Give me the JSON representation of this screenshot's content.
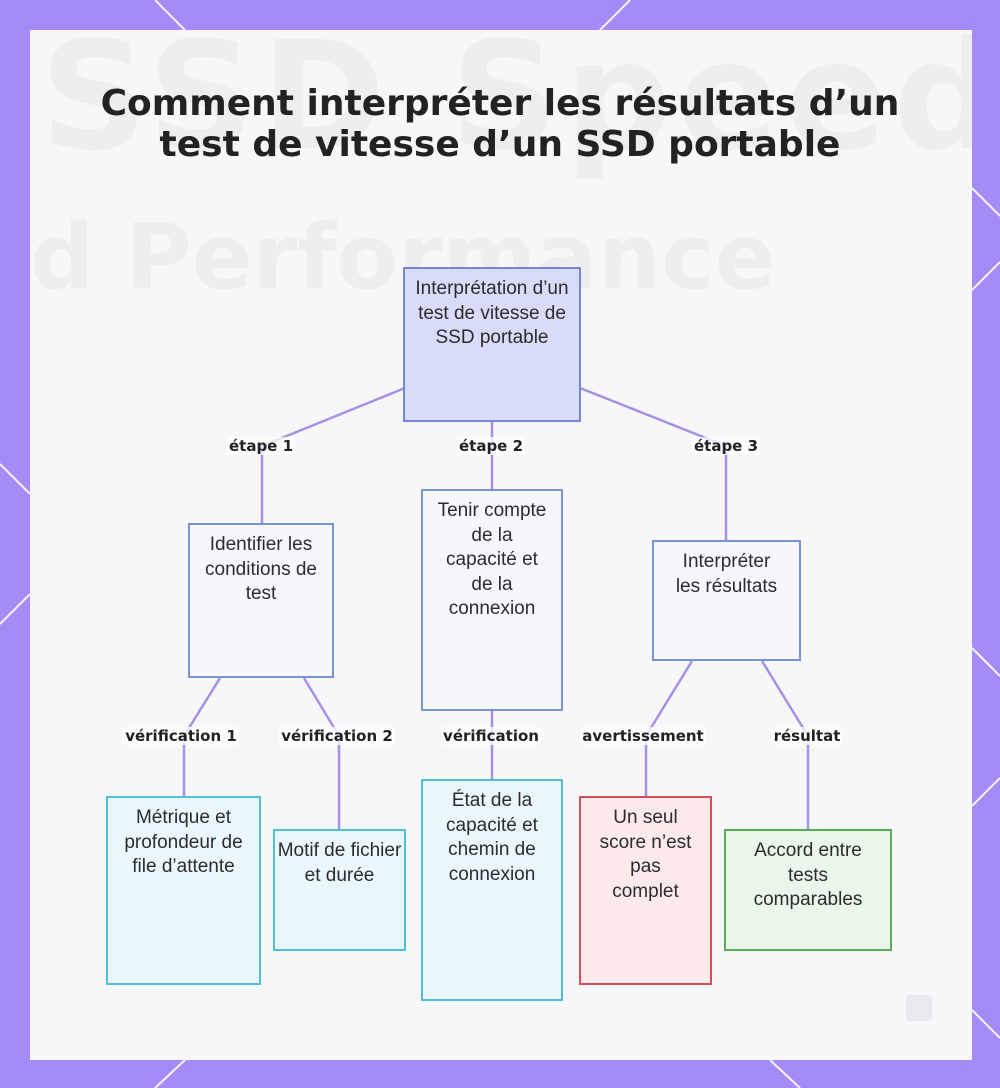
{
  "title": "Comment interpréter les résultats d’un test de vitesse d’un SSD portable",
  "watermark": {
    "line1": "SSD Speed",
    "line2": "d Performance"
  },
  "colors": {
    "frame": "#a48cf6",
    "connector": "#a791e6"
  },
  "nodes": {
    "root": "Interprétation d’un test de vitesse de SSD portable",
    "step1": "Identifier les conditions de test",
    "step2": "Tenir compte de la capacité et de la connexion",
    "step3": "Interpréter les résultats",
    "leaf1": "Métrique et profondeur de file d’attente",
    "leaf2": "Motif de fichier et durée",
    "leaf3": "État de la capacité et chemin de connexion",
    "leaf4": "Un seul score n’est pas complet",
    "leaf5": "Accord entre tests comparables"
  },
  "edge_labels": {
    "step1": "étape 1",
    "step2": "étape 2",
    "step3": "étape 3",
    "check1": "vérification 1",
    "check2": "vérification 2",
    "check": "vérification",
    "warning": "avertissement",
    "result": "résultat"
  }
}
